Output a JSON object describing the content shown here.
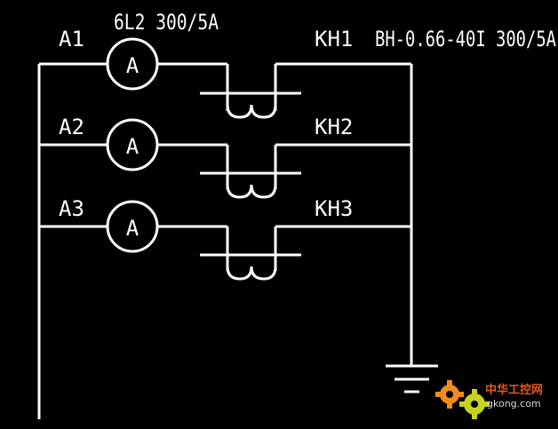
{
  "labels": {
    "a1": "A1",
    "a2": "A2",
    "a3": "A3",
    "ammeter_spec": "6L2 300/5A",
    "kh1": "KH1",
    "kh2": "KH2",
    "kh3": "KH3",
    "ct_spec": "BH-0.66-40I 300/5A",
    "meter_symbol": "A"
  },
  "watermark": {
    "text_top": "中华工控网",
    "text_bottom": "gkong.com",
    "color_top": "#e05a1a",
    "color_bottom": "#d9d9d9"
  },
  "colors": {
    "background": "#000000",
    "line": "#ffffff",
    "gear_orange": "#f08a1c",
    "gear_yellow": "#c8d21e"
  }
}
